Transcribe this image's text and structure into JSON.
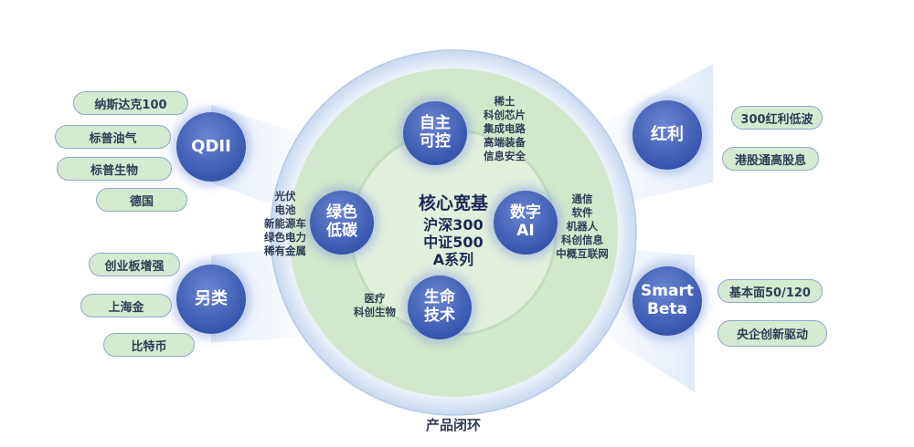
{
  "center": {
    "title": "核心宽基",
    "lines": [
      "沪深300",
      "中证500",
      "A系列"
    ]
  },
  "inner_nodes": [
    {
      "label": "自主\n可控",
      "tags": [
        "稀土",
        "科创芯片",
        "集成电路",
        "高端装备",
        "信息安全"
      ]
    },
    {
      "label": "绿色\n低碳",
      "tags": [
        "光伏",
        "电池",
        "新能源车",
        "绿色电力",
        "稀有金属"
      ]
    },
    {
      "label": "数字\nAI",
      "tags": [
        "通信",
        "软件",
        "机器人",
        "科创信息",
        "中概互联网"
      ]
    },
    {
      "label": "生命\n技术",
      "tags": [
        "医疗",
        "科创生物"
      ]
    }
  ],
  "outer_nodes": [
    {
      "label": "QDII",
      "items": [
        "纳斯达克100",
        "标普油气",
        "标普生物",
        "德国"
      ]
    },
    {
      "label": "另类",
      "items": [
        "创业板增强",
        "上海金",
        "比特币"
      ]
    },
    {
      "label": "红利",
      "items": [
        "300红利低波",
        "港股通高股息"
      ]
    },
    {
      "label": "Smart\nBeta",
      "items": [
        "基本面50/120",
        "央企创新驱动"
      ]
    }
  ],
  "footer": "产品闭环",
  "colors": {
    "node": "#3a58b0",
    "pill_fill": "#d6e9d1",
    "pill_border": "#8ea8cf",
    "disk": "#d3e7cc",
    "text": "#2f3d55"
  }
}
